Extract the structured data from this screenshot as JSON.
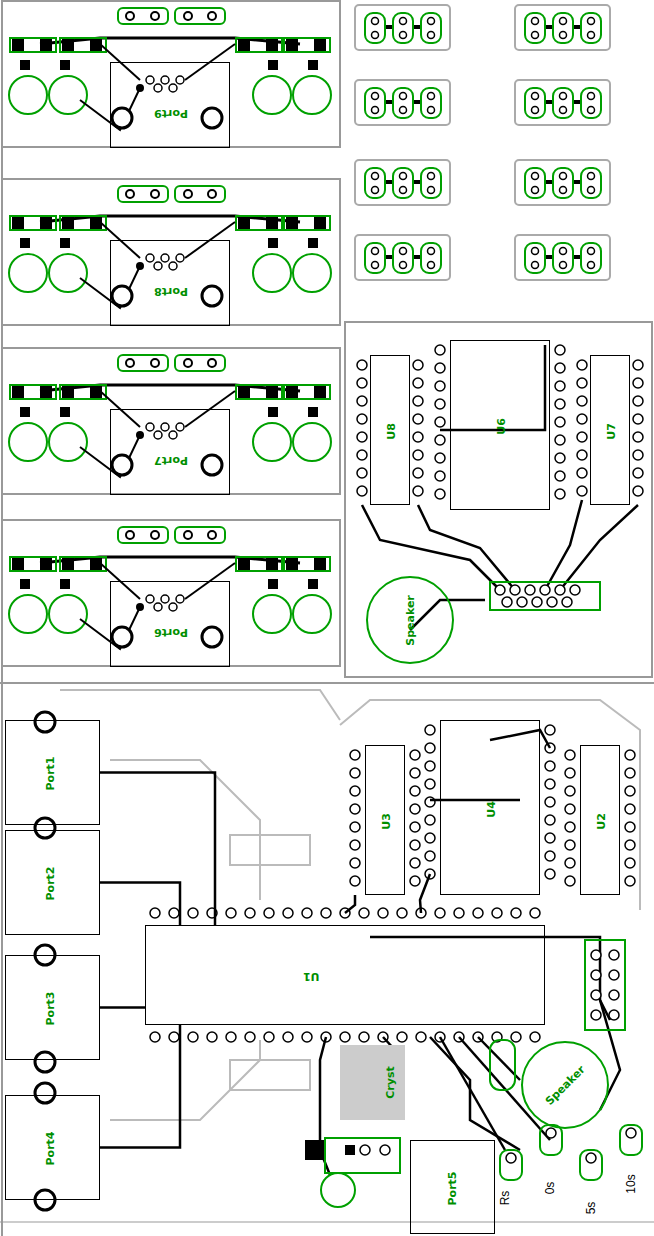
{
  "diagram": {
    "nodes": [
      {
        "text": [
          "Port9"
        ]
      },
      {
        "text": [
          "Port8"
        ]
      },
      {
        "text": [
          "Port7"
        ]
      },
      {
        "text": [
          "Port6"
        ]
      },
      {
        "text": [
          "U8"
        ]
      },
      {
        "text": [
          "U6"
        ]
      },
      {
        "text": [
          "U7"
        ]
      },
      {
        "text": [
          "Speaker"
        ]
      },
      {
        "text": [
          "Port1"
        ]
      },
      {
        "text": [
          "Port2"
        ]
      },
      {
        "text": [
          "Port3"
        ]
      },
      {
        "text": [
          "Port4"
        ]
      },
      {
        "text": [
          "U3"
        ]
      },
      {
        "text": [
          "U4"
        ]
      },
      {
        "text": [
          "U2"
        ]
      },
      {
        "text": [
          "U1"
        ]
      },
      {
        "text": [
          "Speaker"
        ]
      },
      {
        "text": [
          "Port5"
        ]
      },
      {
        "text": [
          "Cryst"
        ]
      }
    ],
    "edges": [
      {
        "from": 8,
        "to": 15,
        "arrow": "none"
      },
      {
        "from": 9,
        "to": 15,
        "arrow": "none"
      },
      {
        "from": 10,
        "to": 15,
        "arrow": "none"
      },
      {
        "from": 11,
        "to": 15,
        "arrow": "none"
      }
    ],
    "labels": [
      "Rs",
      "0s",
      "5s",
      "10s"
    ]
  }
}
